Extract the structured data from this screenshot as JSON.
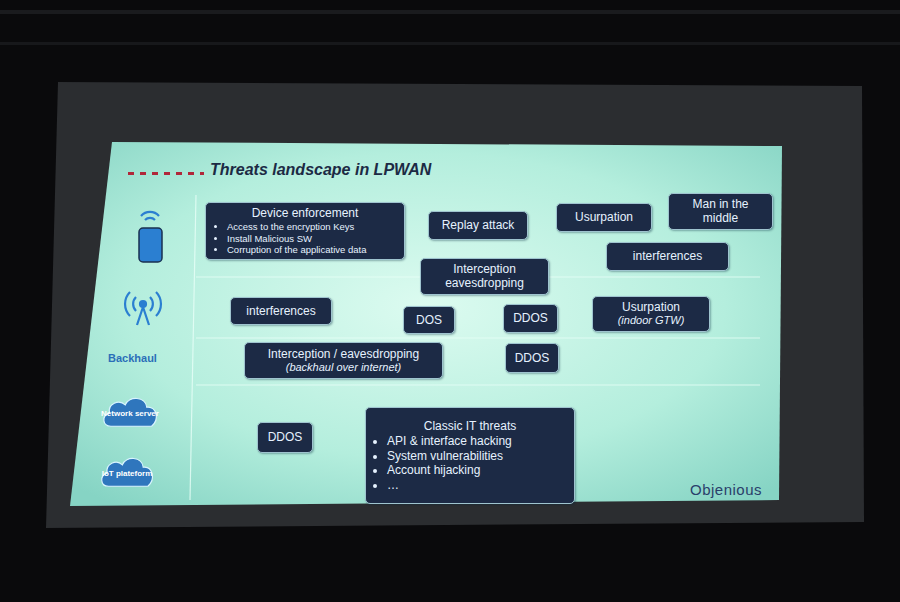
{
  "diagram": {
    "title": "Threats landscape in LPWAN",
    "nodes": [
      {
        "text": [
          "Device enforcement",
          "Access to the encryption Keys",
          "Install Malicious SW",
          "Corruption of the applicative data"
        ]
      },
      {
        "text": [
          "Replay attack"
        ]
      },
      {
        "text": [
          "Usurpation"
        ]
      },
      {
        "text": [
          "Man in the middle"
        ]
      },
      {
        "text": [
          "interferences"
        ]
      },
      {
        "text": [
          "Interception eavesdropping"
        ]
      },
      {
        "text": [
          "interferences"
        ]
      },
      {
        "text": [
          "DOS"
        ]
      },
      {
        "text": [
          "DDOS"
        ]
      },
      {
        "text": [
          "Usurpation",
          "(indoor GTW)"
        ]
      },
      {
        "text": [
          "Interception / eavesdropping",
          "(backhaul over internet)"
        ]
      },
      {
        "text": [
          "DDOS"
        ]
      },
      {
        "text": [
          "Network server"
        ]
      },
      {
        "text": [
          "DDOS"
        ]
      },
      {
        "text": [
          "Classic IT threats",
          "API & interface hacking",
          "System vulnerabilities",
          "Account hijacking",
          "…"
        ]
      },
      {
        "text": [
          "IoT plateform"
        ]
      }
    ],
    "labels": [
      "Backhaul",
      "Objenious"
    ]
  }
}
